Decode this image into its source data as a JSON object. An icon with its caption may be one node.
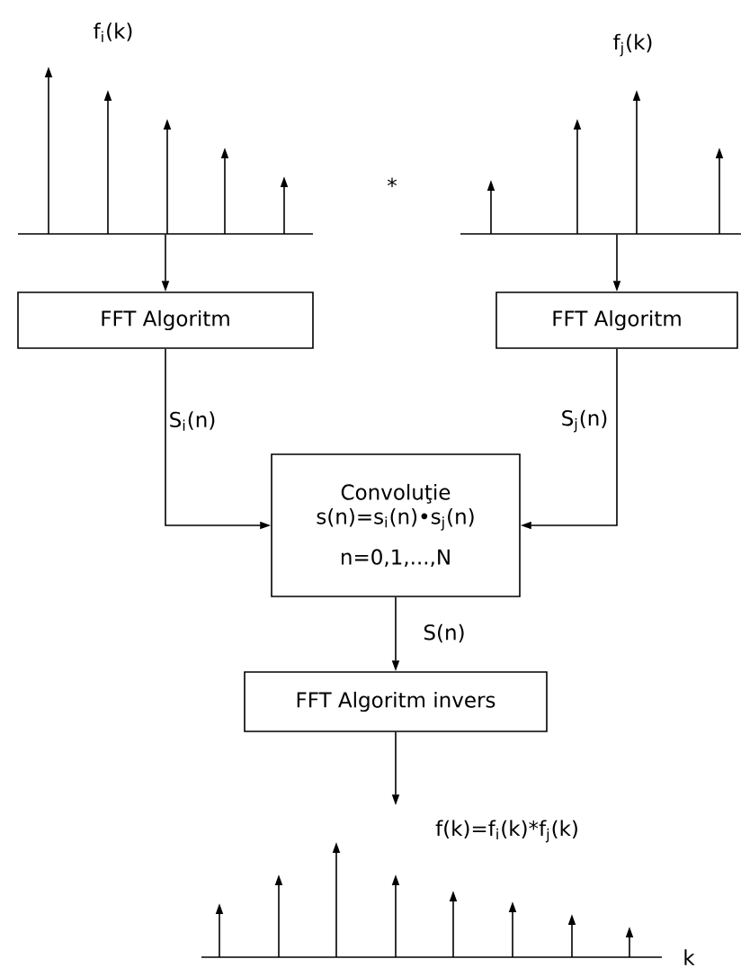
{
  "diagram": {
    "nodes": [
      {
        "text": [],
        "shape": "picture",
        "beside": [
          "f$_{i}$(k)"
        ]
      },
      {
        "text": [],
        "shape": "picture",
        "beside": [
          "f$_{j}$(k)"
        ]
      },
      {
        "text": [
          "FFT Algoritm"
        ]
      },
      {
        "text": [
          "FFT Algoritm"
        ]
      },
      {
        "text": [
          "Convoluţie",
          "s(n)=s$_{i}$(n)•s$_{j}$(n)",
          "n=0,1,...,N"
        ]
      },
      {
        "text": [
          "FFT Algoritm invers"
        ]
      },
      {
        "text": [],
        "shape": "picture",
        "beside": [
          "f(k)=f$_{i}$(k)*f$_{j}$(k)"
        ]
      }
    ],
    "edges": [
      {
        "from": 0,
        "to": 2,
        "arrow": "to"
      },
      {
        "from": 1,
        "to": 3,
        "arrow": "to"
      },
      {
        "from": 2,
        "to": 4,
        "arrow": "to",
        "label": "S$_{i}$(n)"
      },
      {
        "from": 3,
        "to": 4,
        "arrow": "to",
        "label": "S$_{j}$(n)"
      },
      {
        "from": 4,
        "to": 5,
        "arrow": "to",
        "label": "S(n)"
      },
      {
        "from": 5,
        "to": 6,
        "arrow": "to"
      }
    ],
    "labels": [
      "*",
      "k"
    ]
  }
}
